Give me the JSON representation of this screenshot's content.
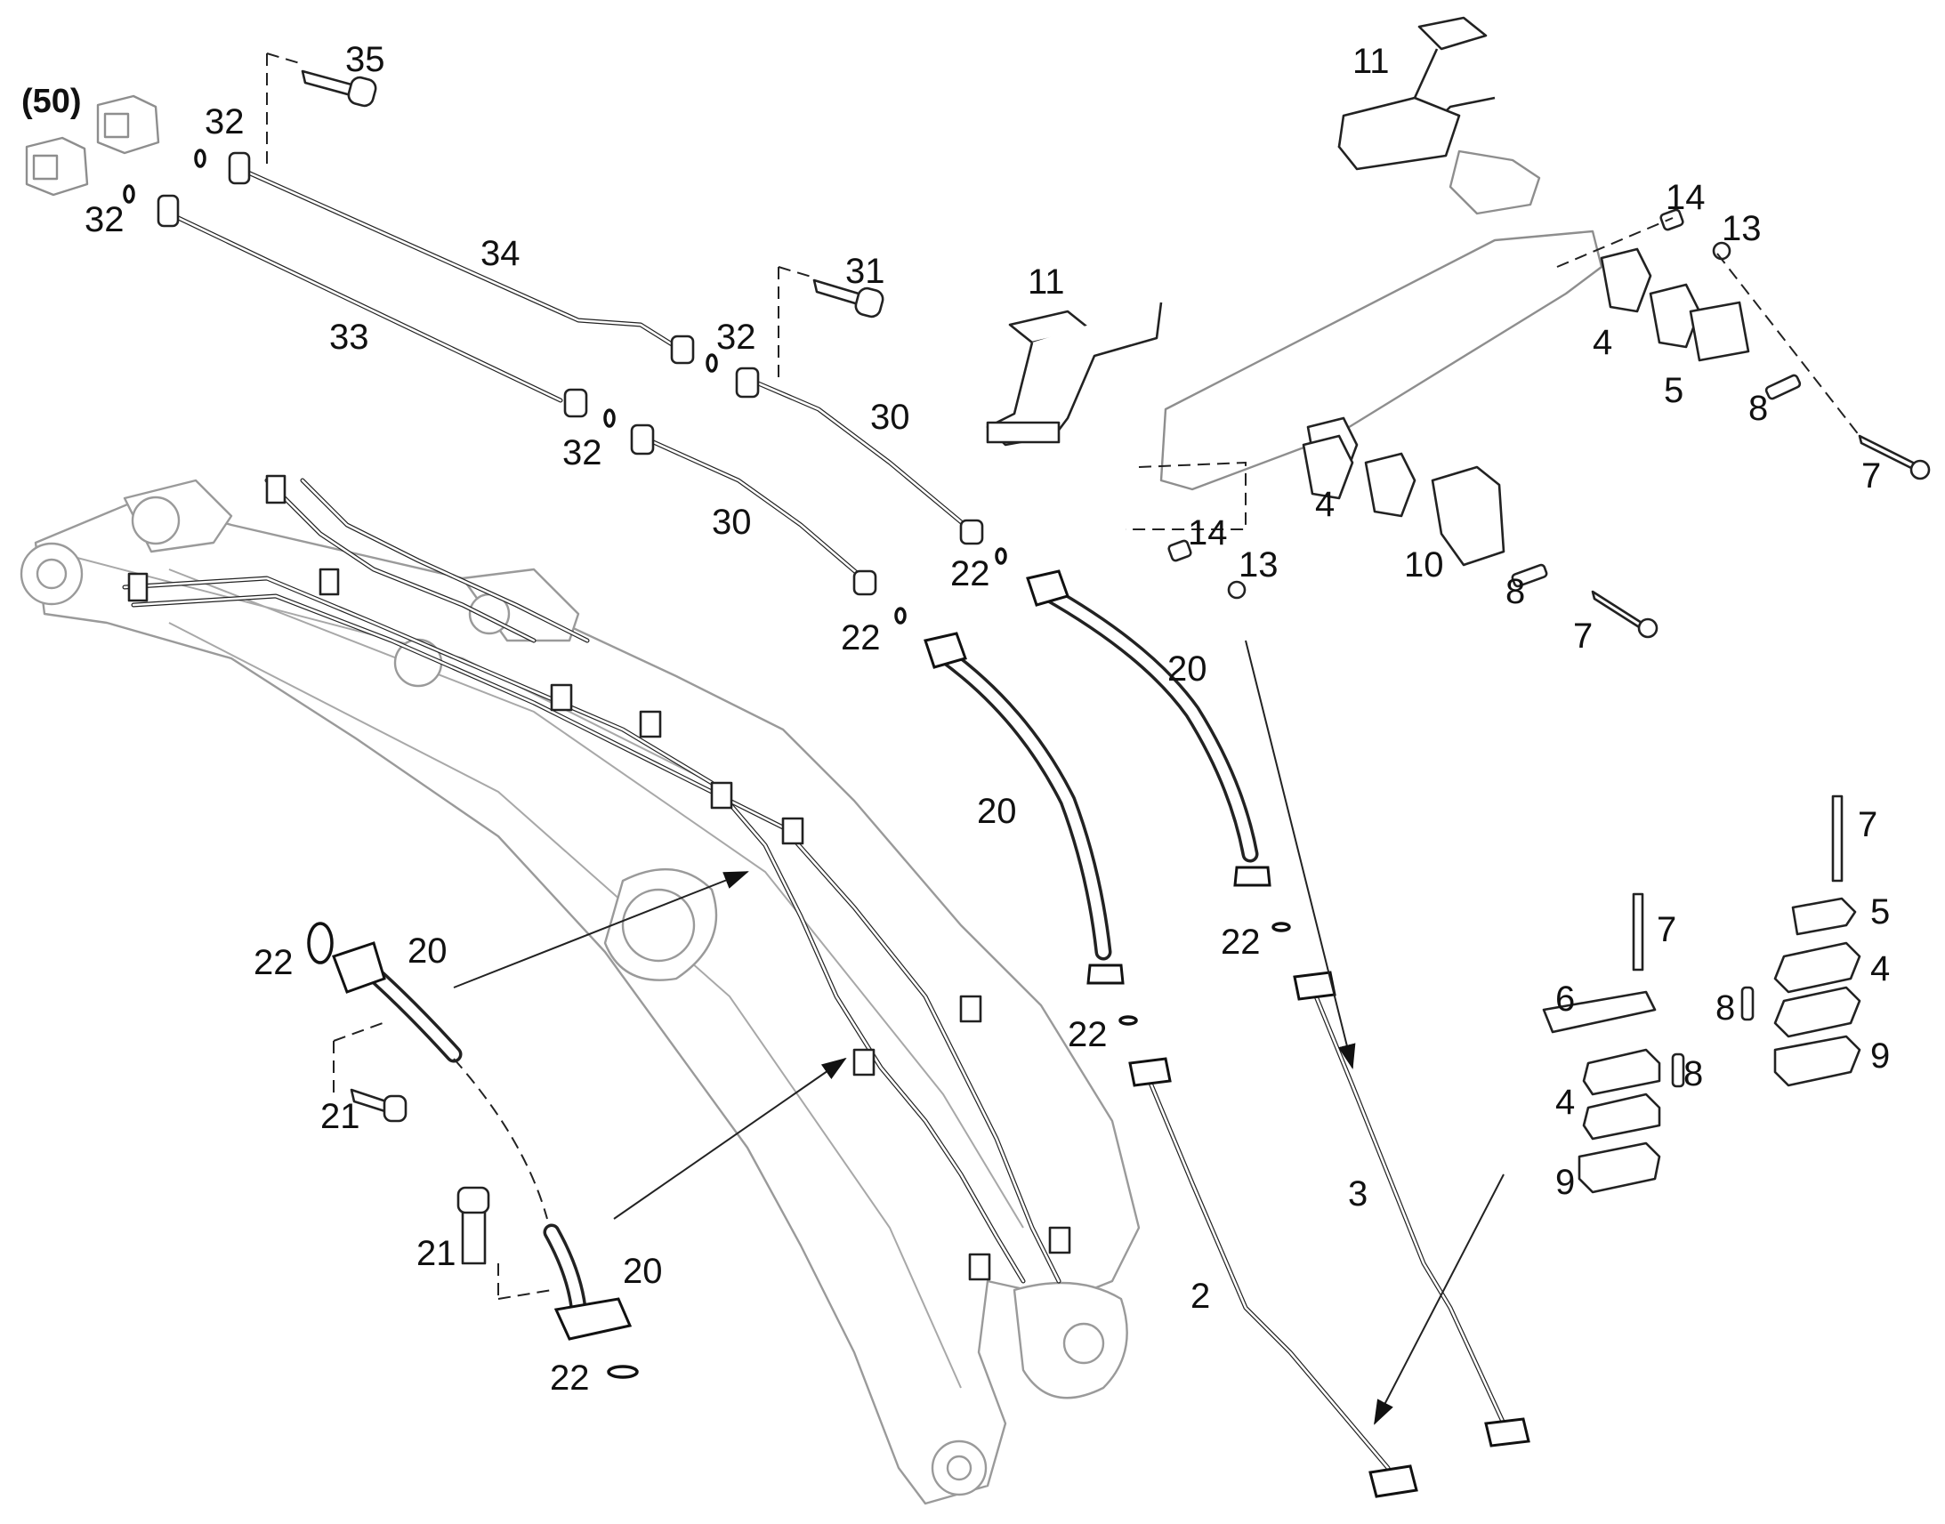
{
  "callouts": {
    "c50": "(50)",
    "c35": "35",
    "c32": "32",
    "c34": "34",
    "c33": "33",
    "c31": "31",
    "c30": "30",
    "c22": "22",
    "c20": "20",
    "c21": "21",
    "c2": "2",
    "c3": "3",
    "c11": "11",
    "c14": "14",
    "c13": "13",
    "c4": "4",
    "c5": "5",
    "c8": "8",
    "c7": "7",
    "c10": "10",
    "c6": "6",
    "c9": "9"
  }
}
